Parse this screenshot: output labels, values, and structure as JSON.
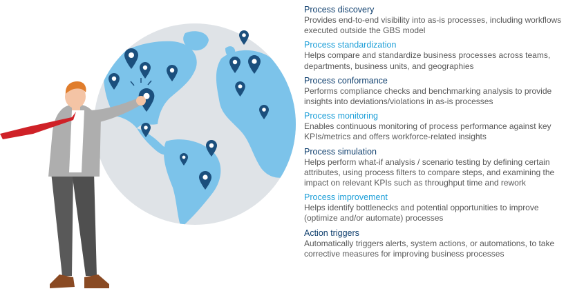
{
  "capabilities": [
    {
      "title": "Process discovery",
      "accent": "dark",
      "description": "Provides end-to-end visibility into as-is processes, including workflows executed outside the GBS model"
    },
    {
      "title": "Process standardization",
      "accent": "light",
      "description": "Helps compare and standardize business processes across teams, departments, business units, and geographies"
    },
    {
      "title": "Process conformance",
      "accent": "dark",
      "description": "Performs compliance checks and benchmarking analysis to provide insights into deviations/violations in as-is processes"
    },
    {
      "title": "Process monitoring",
      "accent": "light",
      "description": "Enables continuous monitoring of process performance against key KPIs/metrics and offers workforce-related insights"
    },
    {
      "title": "Process simulation",
      "accent": "dark",
      "description": "Helps perform what-if analysis / scenario testing by defining certain attributes, using process filters to compare steps, and examining the impact on relevant KPIs such as throughput time and rework"
    },
    {
      "title": "Process improvement",
      "accent": "light",
      "description": "Helps identify bottlenecks and potential opportunities to improve (optimize and/or automate) processes"
    },
    {
      "title": "Action triggers",
      "accent": "dark",
      "description": "Automatically triggers alerts, system actions, or automations, to take corrective measures for improving business processes"
    }
  ],
  "colors": {
    "title_dark": "#0f3f6e",
    "title_light": "#1e9fd8",
    "description": "#595959",
    "globe_ocean": "#dfe3e7",
    "globe_land": "#7cc3ea",
    "pin": "#1b4f7d"
  },
  "illustration": {
    "subject": "businessman pointing at globe with location pins",
    "icon": "map-pin-icon"
  }
}
